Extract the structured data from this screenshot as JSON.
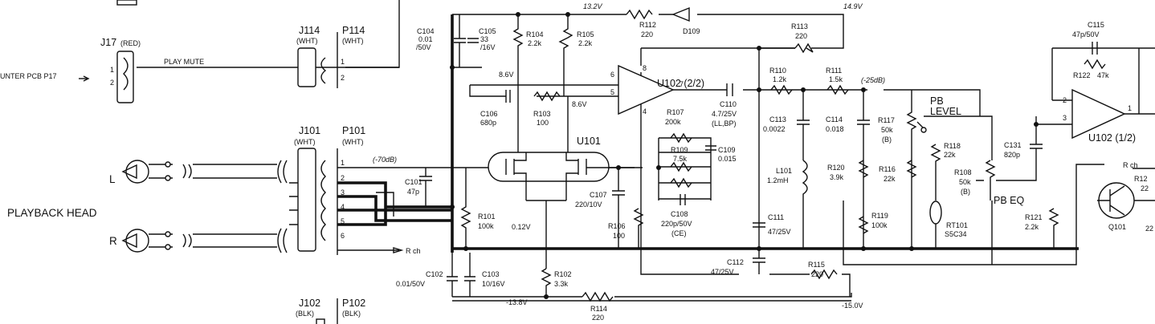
{
  "rails": {
    "top_left": "13.2V",
    "top_right": "14.9V",
    "bottom_left": "-13.8V",
    "bottom_right": "-15.0V"
  },
  "connectors": [
    {
      "ref": "J17",
      "note": "(RED)"
    },
    {
      "ref": "J114",
      "note": "(WHT)"
    },
    {
      "ref": "P114",
      "note": "(WHT)"
    },
    {
      "ref": "J101",
      "note": "(WHT)"
    },
    {
      "ref": "P101",
      "note": "(WHT)"
    },
    {
      "ref": "J102",
      "note": "(BLK)"
    },
    {
      "ref": "P102",
      "note": "(BLK)"
    }
  ],
  "pins": {
    "j17": [
      "1",
      "2"
    ],
    "p114": [
      "1",
      "2"
    ],
    "p101": [
      "1",
      "2",
      "3",
      "4",
      "5",
      "6"
    ]
  },
  "signals": {
    "counter": "UNTER PCB P17",
    "play_mute": "PLAY MUTE",
    "playback_head": "PLAYBACK HEAD",
    "left": "L",
    "right": "R",
    "rch1": "R ch",
    "rch2": "R ch",
    "level_70": "(-70dB)",
    "level_25": "(-25dB)",
    "pb_level_1": "PB",
    "pb_level_2": "LEVEL",
    "pb_eq": "PB EQ"
  },
  "voltages": {
    "v86a": "8.6V",
    "v86b": "8.6V",
    "v012": "0.12V"
  },
  "ics": [
    {
      "ref": "U102 (2/2)",
      "pins": [
        "8",
        "6",
        "5",
        "7",
        "4"
      ]
    },
    {
      "ref": "U102 (1/2)",
      "pins": [
        "2",
        "3",
        "1"
      ]
    },
    {
      "ref": "U101"
    }
  ],
  "transistor": {
    "ref": "Q101"
  },
  "thermistor": {
    "ref": "RT101",
    "value": "S5C34"
  },
  "components": [
    {
      "ref": "C104",
      "value": "0.01",
      "rating": "/50V"
    },
    {
      "ref": "C105",
      "value": "33",
      "rating": "/16V"
    },
    {
      "ref": "R104",
      "value": "2.2k"
    },
    {
      "ref": "R105",
      "value": "2.2k"
    },
    {
      "ref": "R112",
      "value": "220"
    },
    {
      "ref": "D109",
      "value": ""
    },
    {
      "ref": "R113",
      "value": "220"
    },
    {
      "ref": "C106",
      "value": "680p"
    },
    {
      "ref": "R103",
      "value": "100"
    },
    {
      "ref": "C110",
      "value": "4.7/25V",
      "note": "(LL,BP)"
    },
    {
      "ref": "R107",
      "value": "200k"
    },
    {
      "ref": "R109",
      "value": "7.5k"
    },
    {
      "ref": "C109",
      "value": "0.015"
    },
    {
      "ref": "C108",
      "value": "220p/50V",
      "note": "(CE)"
    },
    {
      "ref": "C107",
      "value": "220/10V"
    },
    {
      "ref": "R106",
      "value": "100"
    },
    {
      "ref": "R110",
      "value": "1.2k"
    },
    {
      "ref": "R111",
      "value": "1.5k"
    },
    {
      "ref": "C113",
      "value": "0.0022"
    },
    {
      "ref": "C114",
      "value": "0.018"
    },
    {
      "ref": "L101",
      "value": "1.2mH"
    },
    {
      "ref": "R120",
      "value": "3.9k"
    },
    {
      "ref": "R116",
      "value": "22k"
    },
    {
      "ref": "R117",
      "value": "50k",
      "note": "(B)"
    },
    {
      "ref": "R118",
      "value": "22k"
    },
    {
      "ref": "R108",
      "value": "50k",
      "note": "(B)"
    },
    {
      "ref": "R119",
      "value": "100k"
    },
    {
      "ref": "C111",
      "value": "47/25V"
    },
    {
      "ref": "C112",
      "value": "47/25V"
    },
    {
      "ref": "R115",
      "value": "220"
    },
    {
      "ref": "C131",
      "value": "820p"
    },
    {
      "ref": "R121",
      "value": "2.2k"
    },
    {
      "ref": "C115",
      "value": "47p/50V"
    },
    {
      "ref": "R122",
      "value": "47k"
    },
    {
      "ref": "C101",
      "value": "47p"
    },
    {
      "ref": "R101",
      "value": "100k"
    },
    {
      "ref": "C102",
      "value": "0.01/50V"
    },
    {
      "ref": "C103",
      "value": "10/16V"
    },
    {
      "ref": "R102",
      "value": "3.3k"
    },
    {
      "ref": "R114",
      "value": "220"
    }
  ],
  "partial": {
    "r123": "R12",
    "v22a": "22",
    "v22b": "22"
  }
}
